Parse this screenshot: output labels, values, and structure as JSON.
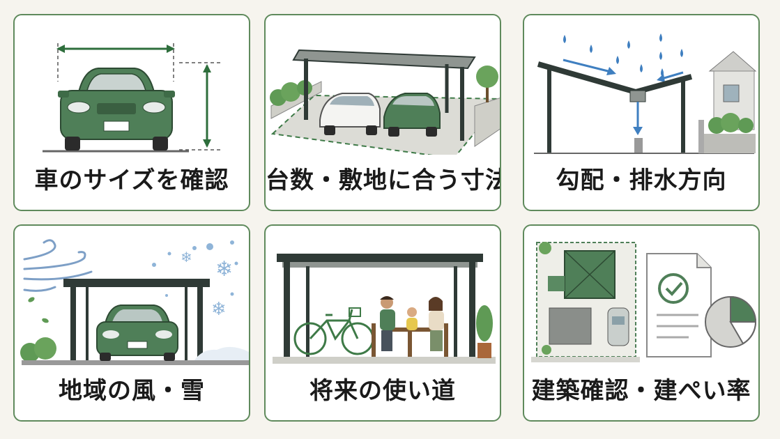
{
  "colors": {
    "accent_green": "#5f8a5c",
    "car_green": "#4f7f58",
    "frame_dark": "#2f3a36",
    "rain_blue": "#3f7fc0",
    "background": "#f6f4ee"
  },
  "cards": [
    {
      "label": "車のサイズを確認",
      "icon": "car-size-icon"
    },
    {
      "label": "台数・敷地に合う寸法",
      "icon": "two-car-carport-icon"
    },
    {
      "label": "勾配・排水方向",
      "icon": "roof-drainage-icon"
    },
    {
      "label": "地域の風・雪",
      "icon": "wind-snow-icon"
    },
    {
      "label": "将来の使い道",
      "icon": "family-patio-icon"
    },
    {
      "label": "建築確認・建ぺい率",
      "icon": "site-plan-document-icon"
    }
  ]
}
